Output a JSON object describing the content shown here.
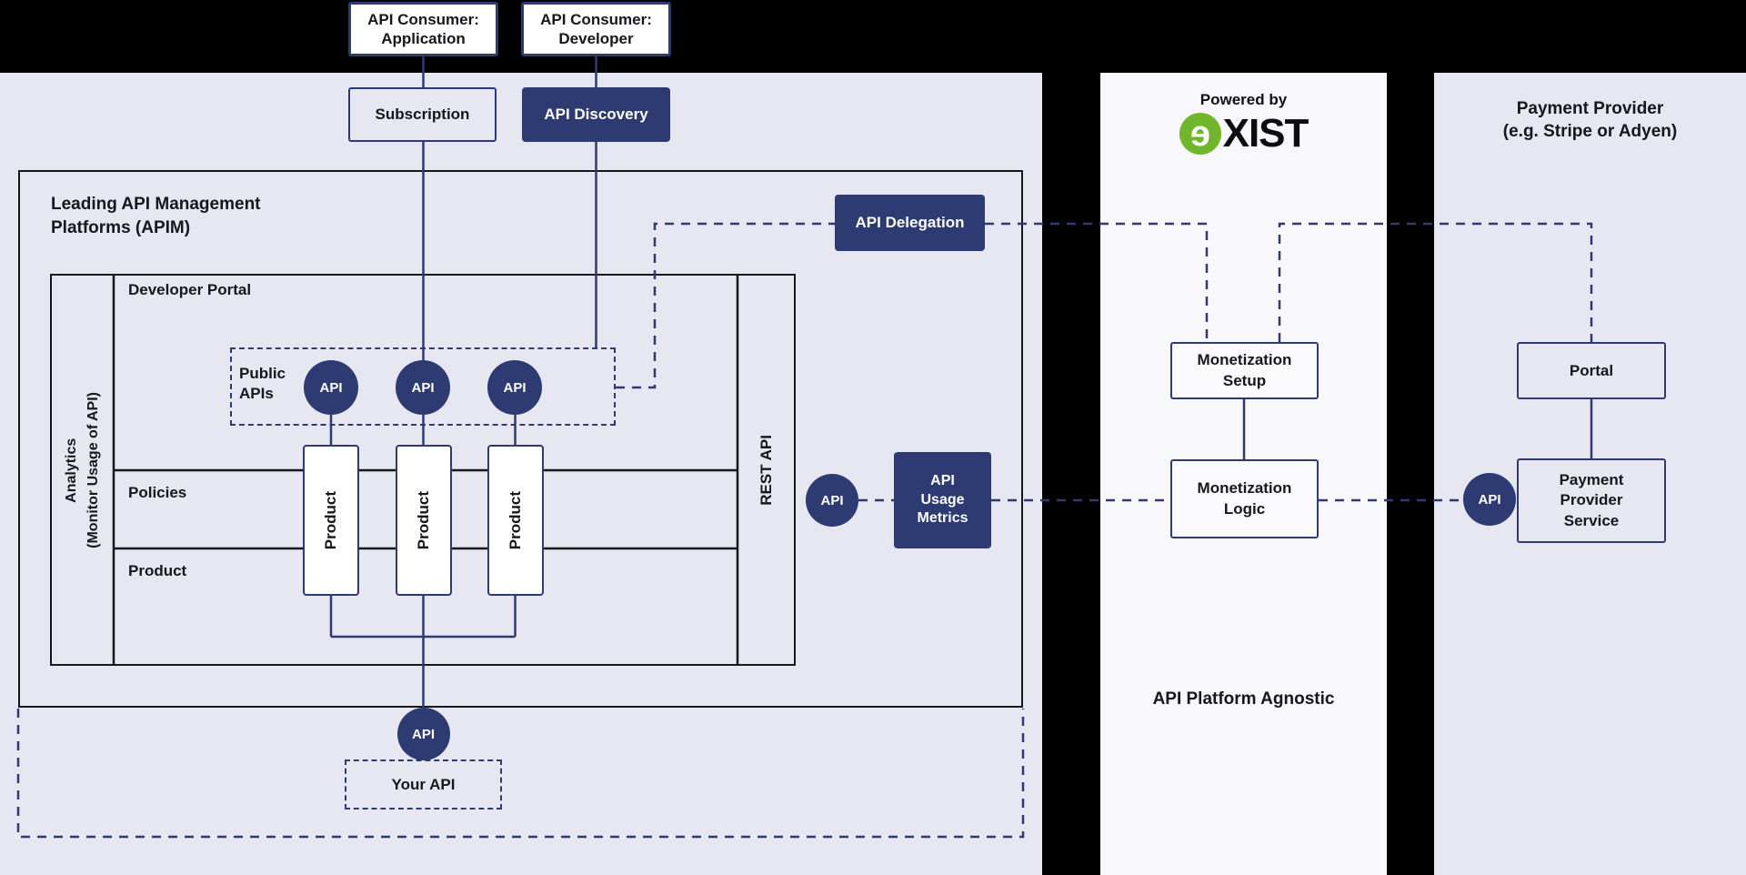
{
  "palette": {
    "navy": "#2e3a72",
    "panel_lavender": "#e7e7f1",
    "panel_light": "#f8f8fc",
    "ink": "#16161d",
    "logo_green": "#70b62c"
  },
  "top_row": {
    "consumer_application": "API Consumer:\nApplication",
    "consumer_developer": "API Consumer:\nDeveloper",
    "subscription": "Subscription",
    "api_discovery": "API Discovery"
  },
  "apim": {
    "title": "Leading API Management\nPlatforms (APIM)",
    "developer_portal": "Developer Portal",
    "analytics_sidebar": "Analytics\n(Monitor Usage of API)",
    "rest_api_sidebar": "REST API",
    "public_apis": "Public\nAPIs",
    "api_badge": "API",
    "policies_row": "Policies",
    "product_row": "Product",
    "products": [
      "Product",
      "Product",
      "Product"
    ],
    "api_delegation": "API Delegation",
    "api_usage_metrics": "API\nUsage\nMetrics",
    "your_api": "Your API"
  },
  "middle_panel": {
    "powered_by": "Powered by",
    "logo_e": "e",
    "logo_rest": "XIST",
    "monetization_setup": "Monetization\nSetup",
    "monetization_logic": "Monetization\nLogic",
    "footer": "API Platform Agnostic"
  },
  "right_panel": {
    "title": "Payment Provider\n(e.g. Stripe or Adyen)",
    "portal": "Portal",
    "payment_provider_service": "Payment\nProvider\nService",
    "api_badge": "API"
  }
}
